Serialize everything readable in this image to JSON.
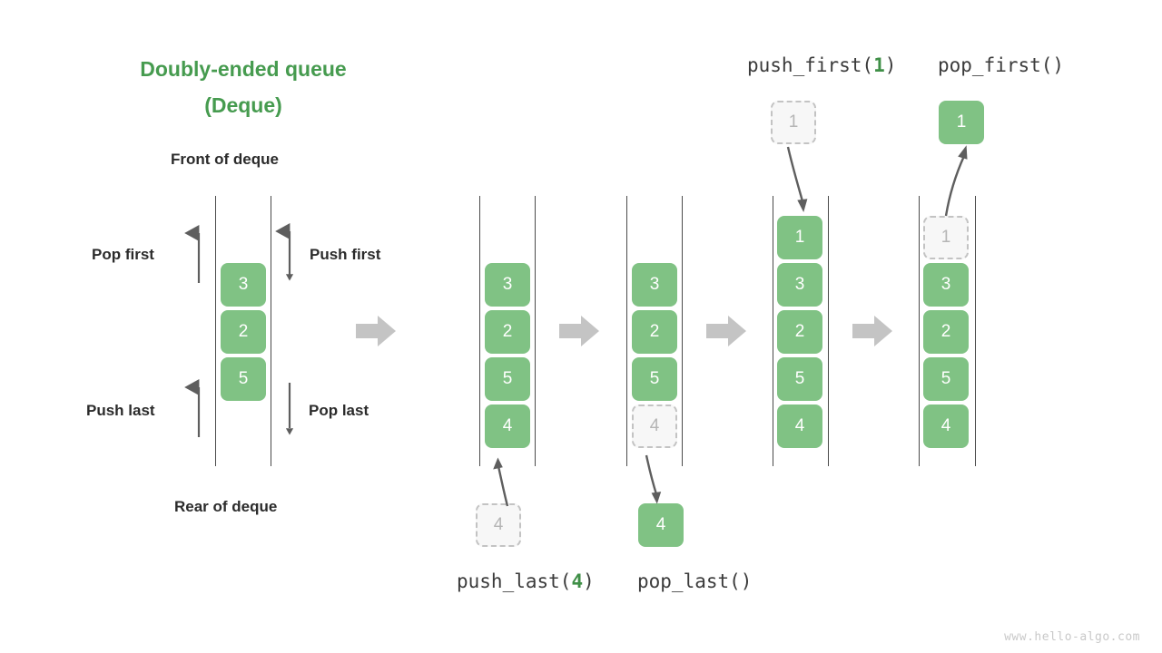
{
  "title": {
    "line1": "Doubly-ended queue",
    "line2": "(Deque)",
    "color": "#469b4f"
  },
  "labels": {
    "front_of_deque": "Front of deque",
    "rear_of_deque": "Rear of deque",
    "pop_first": "Pop first",
    "push_first": "Push first",
    "push_last": "Push last",
    "pop_last": "Pop last"
  },
  "operations": {
    "push_last": {
      "name": "push_last(",
      "arg": "4",
      "close": ")"
    },
    "pop_last": {
      "name": "pop_last()",
      "arg": "",
      "close": ""
    },
    "push_first": {
      "name": "push_first(",
      "arg": "1",
      "close": ")"
    },
    "pop_first": {
      "name": "pop_first()",
      "arg": "",
      "close": ""
    }
  },
  "colors": {
    "element_green": "#80c284",
    "title_green": "#469b4f",
    "arg_green": "#3f8f47",
    "ghost_fill": "#f7f7f7",
    "ghost_border": "#c3c3c3",
    "ghost_text": "#b5b5b5",
    "rail": "#4a4a4a",
    "thin_arrow": "#5e5e5e",
    "block_arrow": "#c4c4c4",
    "watermark": "#c9c9c9"
  },
  "stages": [
    {
      "id": "initial",
      "name": "initial-deque",
      "cells": [
        {
          "value": "3",
          "state": "solid"
        },
        {
          "value": "2",
          "state": "solid"
        },
        {
          "value": "5",
          "state": "solid"
        }
      ]
    },
    {
      "id": "after-push-last",
      "name": "deque-after-push-last",
      "cells": [
        {
          "value": "3",
          "state": "solid"
        },
        {
          "value": "2",
          "state": "solid"
        },
        {
          "value": "5",
          "state": "solid"
        },
        {
          "value": "4",
          "state": "solid"
        }
      ],
      "incoming": {
        "value": "4",
        "state": "ghost"
      }
    },
    {
      "id": "during-pop-last",
      "name": "deque-during-pop-last",
      "cells": [
        {
          "value": "3",
          "state": "solid"
        },
        {
          "value": "2",
          "state": "solid"
        },
        {
          "value": "5",
          "state": "solid"
        },
        {
          "value": "4",
          "state": "ghost"
        }
      ],
      "outgoing": {
        "value": "4",
        "state": "solid"
      }
    },
    {
      "id": "after-push-first",
      "name": "deque-after-push-first",
      "cells": [
        {
          "value": "1",
          "state": "solid"
        },
        {
          "value": "3",
          "state": "solid"
        },
        {
          "value": "2",
          "state": "solid"
        },
        {
          "value": "5",
          "state": "solid"
        },
        {
          "value": "4",
          "state": "solid"
        }
      ],
      "incoming": {
        "value": "1",
        "state": "ghost"
      }
    },
    {
      "id": "during-pop-first",
      "name": "deque-during-pop-first",
      "cells": [
        {
          "value": "1",
          "state": "ghost"
        },
        {
          "value": "3",
          "state": "solid"
        },
        {
          "value": "2",
          "state": "solid"
        },
        {
          "value": "5",
          "state": "solid"
        },
        {
          "value": "4",
          "state": "solid"
        }
      ],
      "outgoing": {
        "value": "1",
        "state": "solid"
      }
    }
  ],
  "watermark": "www.hello-algo.com"
}
